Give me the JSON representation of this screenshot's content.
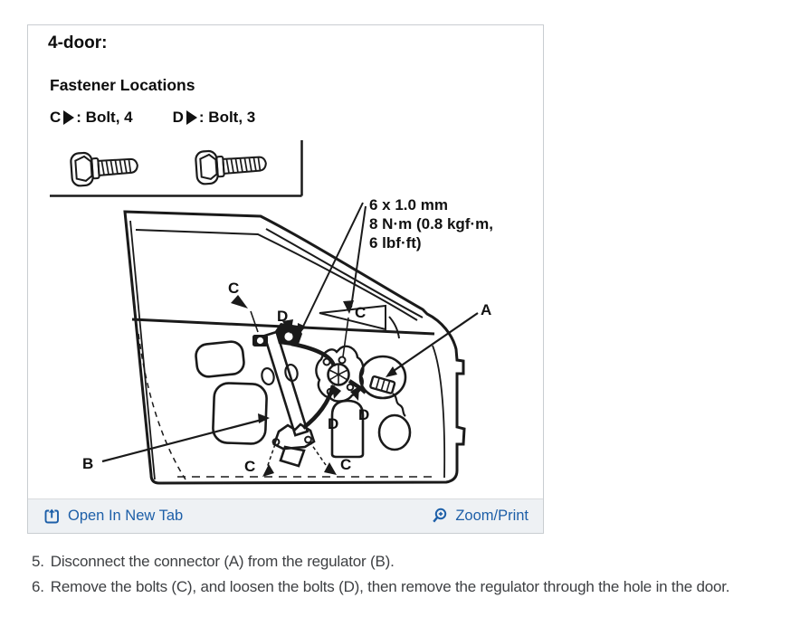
{
  "panel": {
    "title": "4-door:",
    "figure_title": "Fastener Locations",
    "legend": [
      {
        "letter": "C",
        "label": ": Bolt, 4"
      },
      {
        "letter": "D",
        "label": ": Bolt, 3"
      }
    ],
    "footer": {
      "open_in_new_tab": "Open In New Tab",
      "zoom_print": "Zoom/Print"
    }
  },
  "diagram": {
    "torque_note": {
      "line1": "6 x 1.0 mm",
      "line2": "8 N·m (0.8 kgf·m,",
      "line3": "6 lbf·ft)"
    },
    "labels": {
      "a": "A",
      "b": "B",
      "c": "C",
      "d": "D"
    }
  },
  "instructions": [
    {
      "num": "5.",
      "text": "Disconnect the connector (A) from the regulator (B)."
    },
    {
      "num": "6.",
      "text": "Remove the bolts (C), and loosen the bolts (D), then remove the regulator through the hole in the door."
    }
  ],
  "colors": {
    "link_blue": "#1d5fa8",
    "diagram_ink": "#1a1a1a",
    "footer_bg": "#eef1f4",
    "panel_border": "#c9cdd1",
    "body_text": "#3e4043"
  }
}
